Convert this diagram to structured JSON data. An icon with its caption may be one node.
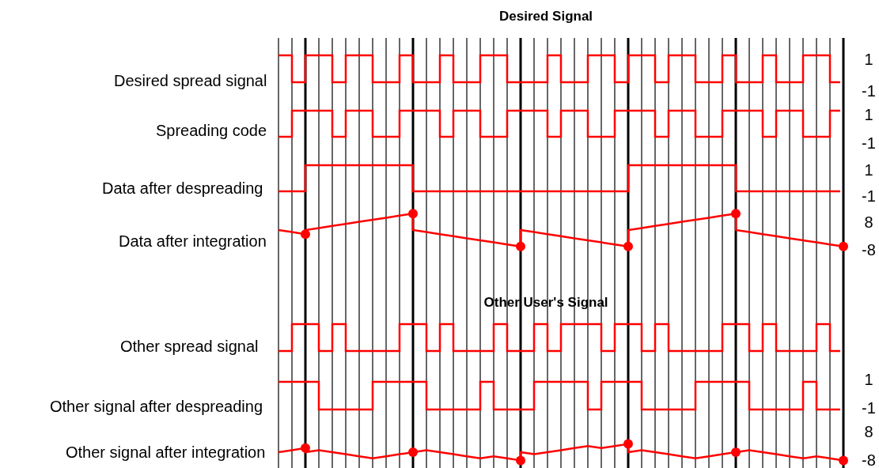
{
  "diagram": {
    "labels": [
      "Desired Signal",
      "Desired spread signal",
      "1",
      "-1",
      "Spreading code",
      "1",
      "-1",
      "Data after despreading",
      "1",
      "-1",
      "Data after integration",
      "8",
      "-8",
      "Other User's Signal",
      "Other spread signal",
      "Other signal after despreading",
      "1",
      "-1",
      "Other signal after integration",
      "8",
      "-8"
    ]
  }
}
